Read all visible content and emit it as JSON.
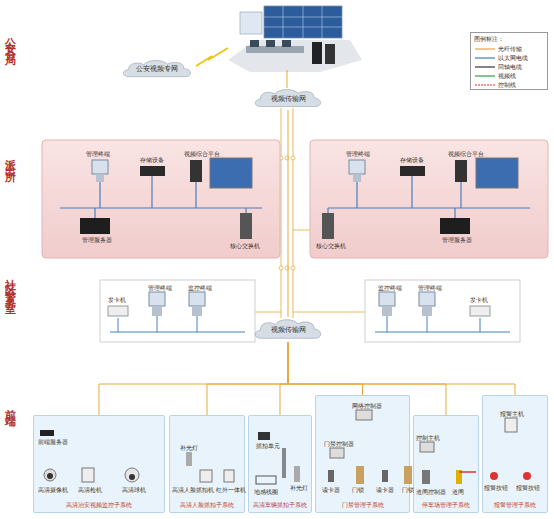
{
  "diagram": {
    "nodes": [
      {
        "text": [
          "公安视频专网"
        ]
      },
      {
        "text": [
          "视频传输网"
        ]
      },
      {
        "text": [
          "视频传输网"
        ]
      },
      {
        "text": [
          "高清治安视频监控子系统"
        ]
      },
      {
        "text": [
          "高清人脸抓拍子系统"
        ]
      },
      {
        "text": [
          "高清车辆抓拍子系统"
        ]
      },
      {
        "text": [
          "门禁管理子系统"
        ]
      },
      {
        "text": [
          "停车场管理子系统"
        ]
      },
      {
        "text": [
          "报警管理子系统"
        ]
      }
    ],
    "edges": [
      {
        "from": 1,
        "to": 2,
        "arrow": "none"
      },
      {
        "from": 2,
        "to": 3,
        "arrow": "none"
      },
      {
        "from": 2,
        "to": 4,
        "arrow": "none"
      },
      {
        "from": 2,
        "to": 5,
        "arrow": "none"
      },
      {
        "from": 2,
        "to": 6,
        "arrow": "none"
      },
      {
        "from": 2,
        "to": 7,
        "arrow": "none"
      },
      {
        "from": 2,
        "to": 8,
        "arrow": "none"
      }
    ],
    "labels": [
      "公安分局",
      "派出所",
      "社区警务室",
      "前端",
      "图例标注：",
      "管理终端",
      "存储设备",
      "视频综合平台",
      "管理服务器",
      "核心交换机",
      "管理终端",
      "存储设备",
      "视频综合平台",
      "核心交换机",
      "管理服务器",
      "发卡机",
      "管理终端",
      "监控终端",
      "监控终端",
      "管理终端",
      "发卡机",
      "前端服务器",
      "高清摄像机",
      "高清枪机",
      "高清球机",
      "补光灯",
      "高清人脸抓拍机",
      "红外一体机",
      "抓拍单元",
      "地感线圈",
      "补光灯",
      "网络控制器",
      "门禁控制器",
      "读卡器",
      "门锁",
      "读卡器",
      "门锁",
      "控制主机",
      "道闸控制器",
      "道闸",
      "报警主机",
      "报警按钮",
      "报警按钮"
    ],
    "legend": [
      {
        "text": "光纤传输"
      },
      {
        "text": "以太网电缆"
      },
      {
        "text": "同轴电缆"
      },
      {
        "text": "视频线"
      },
      {
        "text": "控制线"
      }
    ]
  }
}
